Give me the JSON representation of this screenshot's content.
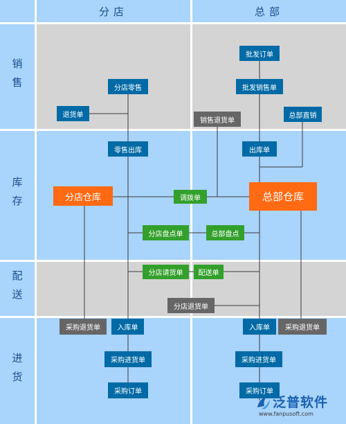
{
  "columns": {
    "branch": "分店",
    "hq": "总部"
  },
  "rows": {
    "sales": "销售",
    "inventory": "库存",
    "delivery": "配送",
    "purchase": "进货"
  },
  "nodes": {
    "branch_retail": "分店零售",
    "return_slip": "退货单",
    "wholesale_order": "批发订单",
    "wholesale_sales_slip": "批发销售单",
    "sales_return_slip": "销售退货单",
    "hq_direct_sales": "总部直销",
    "retail_outbound": "零售出库",
    "outbound_slip": "出库单",
    "branch_warehouse": "分店仓库",
    "transfer_slip": "调拨单",
    "hq_warehouse": "总部仓库",
    "branch_stocktake_slip": "分店盘点单",
    "hq_stocktake": "总部盘点",
    "branch_request_slip": "分店请货单",
    "delivery_slip": "配送单",
    "branch_return_slip": "分店退货单",
    "purchase_return_branch": "采购退货单",
    "inbound_branch": "入库单",
    "inbound_hq": "入库单",
    "purchase_return_hq": "采购退货单",
    "purchase_receipt_branch": "采购进货单",
    "purchase_receipt_hq": "采购进货单",
    "purchase_order_branch": "采购订单",
    "purchase_order_hq": "采购订单"
  },
  "colors": {
    "header_blue": "#a9d4fb",
    "cell_gray": "#d4d4d4",
    "node_blue": "#006aa6",
    "node_gray": "#666666",
    "node_green": "#33a02c",
    "node_orange": "#ff6a13"
  },
  "logo": {
    "brand": "泛普软件",
    "url": "www.fanpusoft.com",
    "icon": "fanpu-logo-icon"
  }
}
